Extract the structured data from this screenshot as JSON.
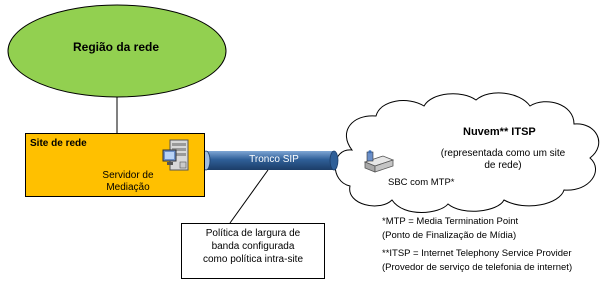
{
  "region": {
    "title": "Região da rede"
  },
  "site": {
    "title": "Site de rede",
    "server_label": "Servidor de Mediação"
  },
  "trunk": {
    "label": "Tronco SIP"
  },
  "callout": {
    "lines": [
      "Política de largura de",
      "banda configurada",
      "como política intra-site"
    ]
  },
  "cloud": {
    "title": "Nuvem** ITSP",
    "subtitle": "(representada como um site de rede)",
    "sbc_label": "SBC com MTP*"
  },
  "footnotes": [
    "*MTP = Media Termination Point",
    "(Ponto de Finalização de Mídia)",
    "**ITSP = Internet Telephony Service Provider",
    "(Provedor de serviço de telefonia de internet)"
  ],
  "colors": {
    "region_fill": "#92d050",
    "site_fill": "#ffc000",
    "trunk_fill": "#2f5f98"
  },
  "icons": [
    "mediation-server-icon",
    "sbc-device-icon"
  ]
}
